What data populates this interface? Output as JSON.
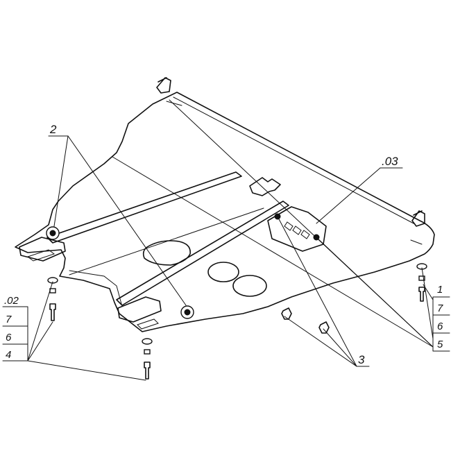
{
  "callouts": {
    "left_group": {
      "top": ".02",
      "rows": [
        "7",
        "6",
        "4"
      ]
    },
    "right_group": {
      "top": "1",
      "rows": [
        "7",
        "6",
        "5"
      ]
    },
    "part_2": "2",
    "part_3": "3",
    "part_03": ".03"
  }
}
